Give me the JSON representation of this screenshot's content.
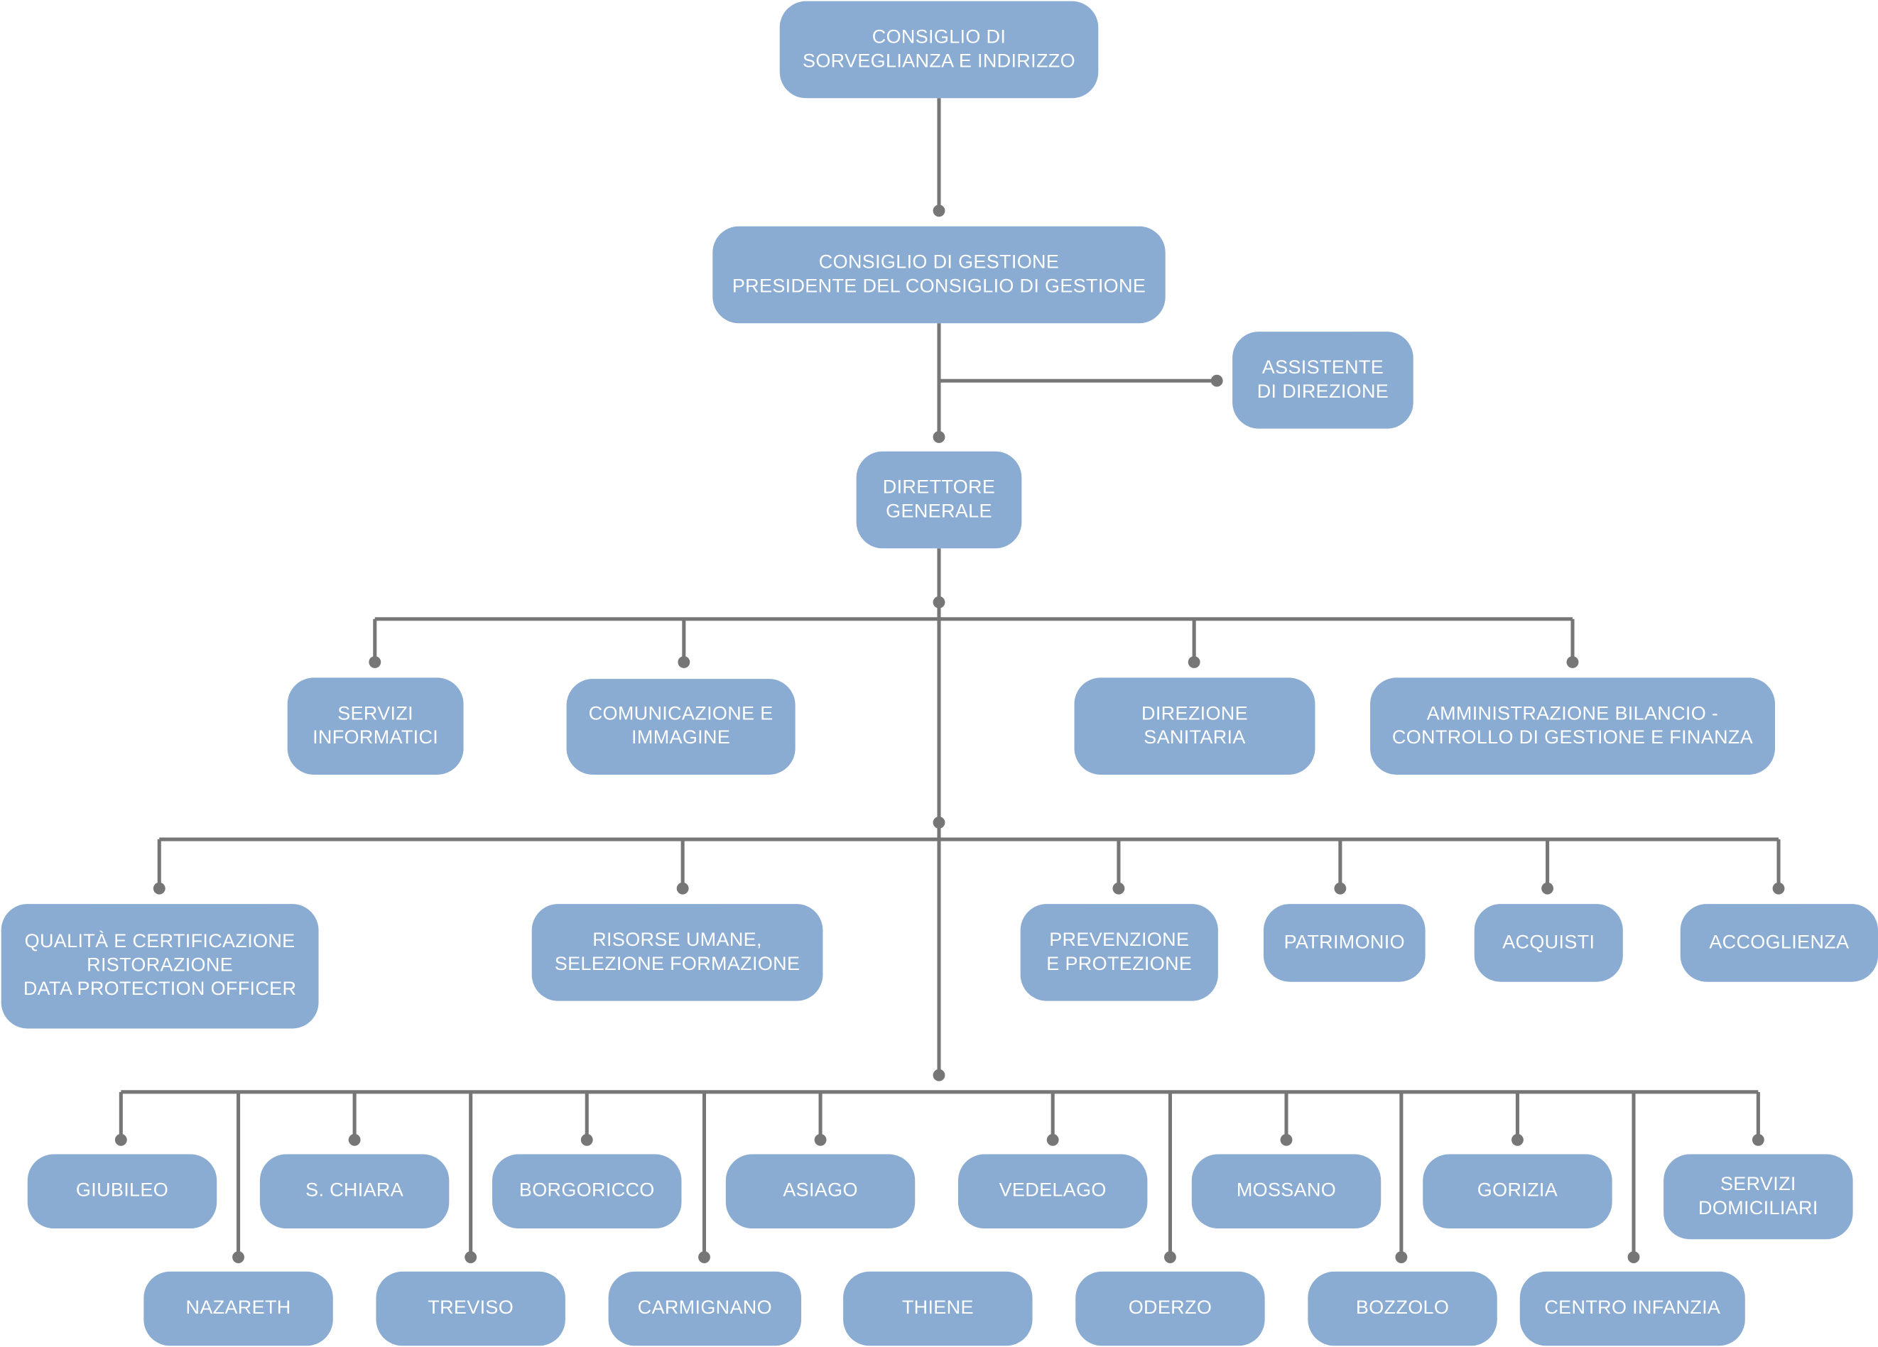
{
  "org_chart": {
    "top": {
      "consiglio_sorveglianza": "CONSIGLIO DI\nSORVEGLIANZA E INDIRIZZO",
      "consiglio_gestione": "CONSIGLIO DI GESTIONE\nPRESIDENTE DEL CONSIGLIO DI GESTIONE",
      "assistente_direzione": "ASSISTENTE\nDI DIREZIONE",
      "direttore_generale": "DIRETTORE\nGENERALE"
    },
    "staff": {
      "servizi_informatici": "SERVIZI\nINFORMATICI",
      "comunicazione_immagine": "COMUNICAZIONE E\nIMMAGINE",
      "direzione_sanitaria": "DIREZIONE\nSANITARIA",
      "amministrazione": "AMMINISTRAZIONE BILANCIO -\nCONTROLLO DI GESTIONE E FINANZA"
    },
    "services": {
      "qualita": "QUALITÀ E CERTIFICAZIONE\nRISTORAZIONE\nDATA PROTECTION OFFICER",
      "risorse_umane": "RISORSE UMANE,\nSELEZIONE FORMAZIONE",
      "prevenzione": "PREVENZIONE\nE PROTEZIONE",
      "patrimonio": "PATRIMONIO",
      "acquisti": "ACQUISTI",
      "accoglienza": "ACCOGLIENZA"
    },
    "facilities_upper": {
      "giubileo": "GIUBILEO",
      "s_chiara": "S. CHIARA",
      "borgoricco": "BORGORICCO",
      "asiago": "ASIAGO",
      "vedelago": "VEDELAGO",
      "mossano": "MOSSANO",
      "gorizia": "GORIZIA",
      "servizi_domiciliari": "SERVIZI\nDOMICILIARI"
    },
    "facilities_lower": {
      "nazareth": "NAZARETH",
      "treviso": "TREVISO",
      "carmignano": "CARMIGNANO",
      "thiene": "THIENE",
      "oderzo": "ODERZO",
      "bozzolo": "BOZZOLO",
      "centro_infanzia": "CENTRO INFANZIA"
    }
  },
  "colors": {
    "box_fill": "#8aabd2",
    "box_text": "#ffffff",
    "connector": "#767676",
    "background": "#ffffff"
  }
}
